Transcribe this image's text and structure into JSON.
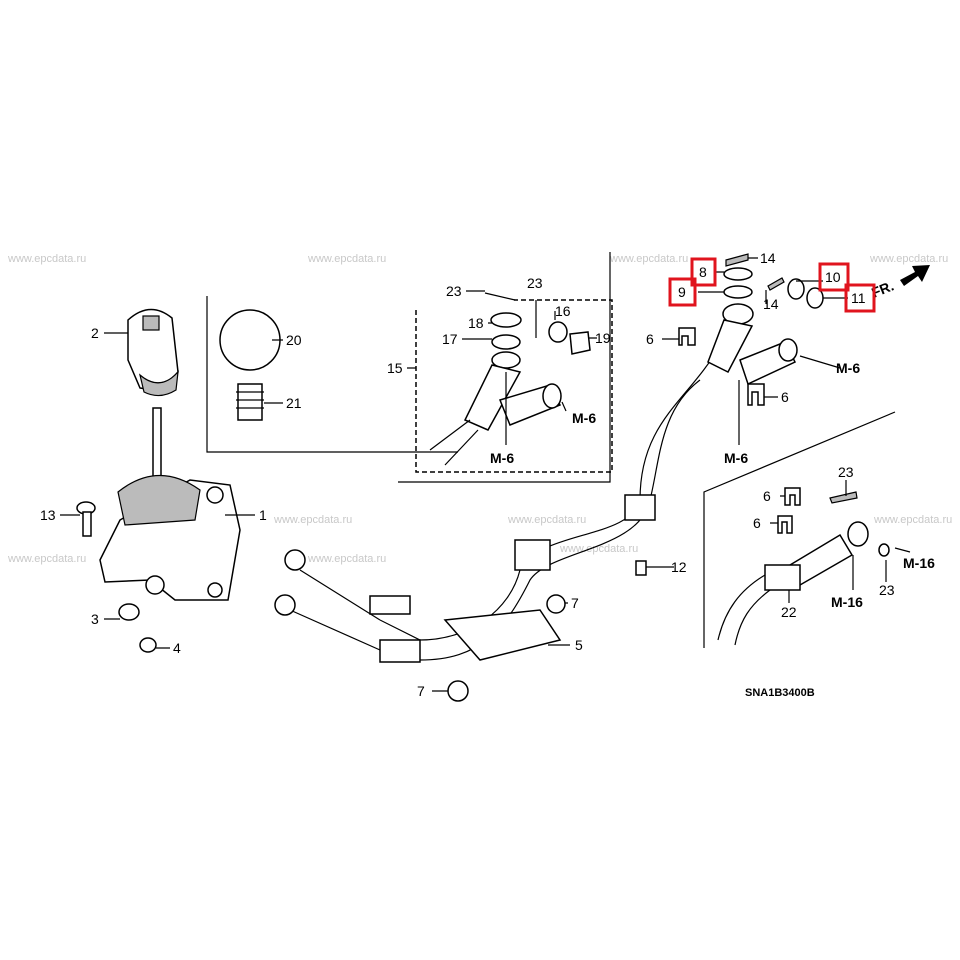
{
  "watermark": "www.epcdata.ru",
  "diagram_code": "SNA1B3400B",
  "direction_label": "FR.",
  "highlight_color": "#e0141e",
  "callouts": {
    "c1": "1",
    "c2": "2",
    "c3": "3",
    "c4": "4",
    "c5": "5",
    "c6a": "6",
    "c6b": "6",
    "c6c": "6",
    "c6d": "6",
    "c7a": "7",
    "c7b": "7",
    "c8": "8",
    "c9": "9",
    "c10": "10",
    "c11": "11",
    "c12": "12",
    "c13": "13",
    "c14a": "14",
    "c14b": "14",
    "c15": "15",
    "c16": "16",
    "c17": "17",
    "c18": "18",
    "c19": "19",
    "c20": "20",
    "c21": "21",
    "c22": "22",
    "c23a": "23",
    "c23b": "23",
    "c23c": "23",
    "c23d": "23"
  },
  "refs": {
    "m6a": "M-6",
    "m6b": "M-6",
    "m6c": "M-6",
    "m6d": "M-6",
    "m16a": "M-16",
    "m16b": "M-16"
  },
  "highlighted_parts": [
    "8",
    "9",
    "10",
    "11"
  ]
}
